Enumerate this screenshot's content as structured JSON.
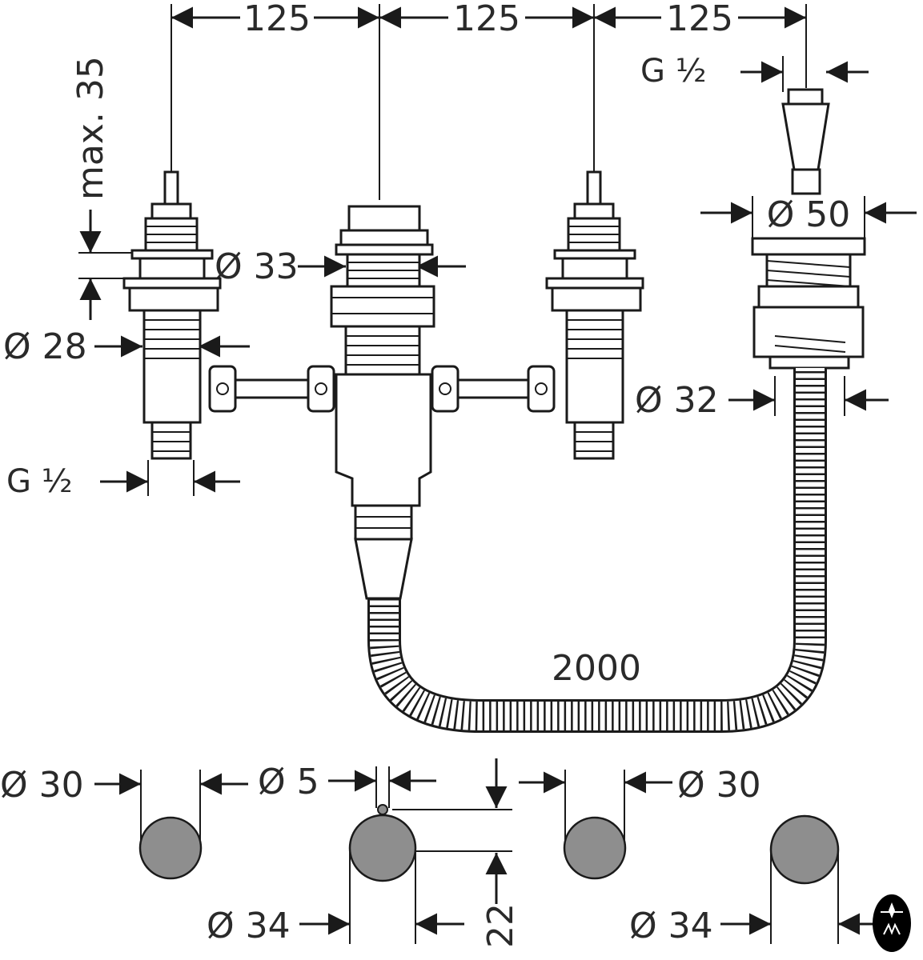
{
  "dimensions": {
    "spacing_1": "125",
    "spacing_2": "125",
    "spacing_3": "125",
    "max_height": "max. 35",
    "thread_top": "G ½",
    "thread_bottom": "G ½",
    "dia_50": "Ø 50",
    "dia_33": "Ø 33",
    "dia_28": "Ø 28",
    "dia_32": "Ø 32",
    "hose_length": "2000",
    "hole_dia_30_left": "Ø 30",
    "hole_dia_5": "Ø 5",
    "hole_dia_30_right": "Ø 30",
    "hole_dia_34_left": "Ø 34",
    "hole_offset_22": "22",
    "hole_dia_34_right": "Ø 34"
  },
  "colors": {
    "line": "#1a1a1a",
    "hole_fill": "#8e8e8e",
    "background": "#ffffff"
  },
  "logo": {
    "icon": "brand-badge-icon"
  }
}
